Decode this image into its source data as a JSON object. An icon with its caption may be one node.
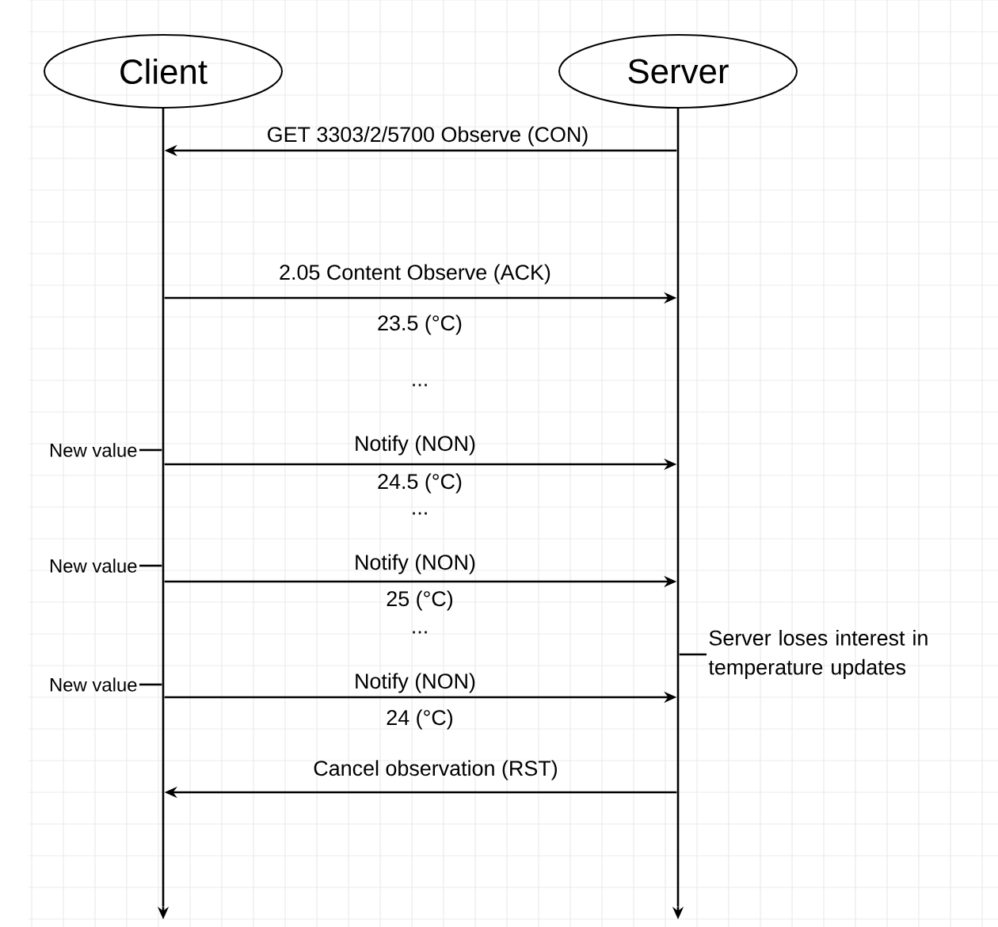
{
  "diagram": {
    "nodes": [
      {
        "text": [
          "Client"
        ]
      },
      {
        "text": [
          "Server"
        ]
      },
      {
        "text": [],
        "shape": "line"
      },
      {
        "text": [],
        "shape": "line"
      },
      {
        "text": [
          "New value"
        ]
      },
      {
        "text": [
          "New value"
        ]
      },
      {
        "text": [
          "New value"
        ]
      },
      {
        "text": [
          "Server loses interest in temperature updates"
        ]
      }
    ],
    "edges": [
      {
        "from": 3,
        "to": 2,
        "arrow": "to",
        "label": "GET 3303/2/5700 Observe (CON)"
      },
      {
        "from": 2,
        "to": 3,
        "arrow": "to",
        "label": "2.05 Content Observe (ACK)"
      },
      {
        "from": 2,
        "to": 3,
        "arrow": "to",
        "label": "Notify (NON)"
      },
      {
        "from": 2,
        "to": 3,
        "arrow": "to",
        "label": "Notify (NON)"
      },
      {
        "from": 2,
        "to": 3,
        "arrow": "to",
        "label": "Notify (NON)"
      },
      {
        "from": 3,
        "to": 2,
        "arrow": "to",
        "label": "Cancel observation (RST)"
      },
      {
        "from": 4,
        "to": 2,
        "arrow": "none"
      },
      {
        "from": 5,
        "to": 2,
        "arrow": "none"
      },
      {
        "from": 6,
        "to": 2,
        "arrow": "none"
      },
      {
        "from": 7,
        "to": 3,
        "arrow": "none"
      }
    ],
    "labels": [
      "23.5 (°C)",
      "...",
      "24.5 (°C)",
      "...",
      "25 (°C)",
      "...",
      "24 (°C)"
    ]
  }
}
